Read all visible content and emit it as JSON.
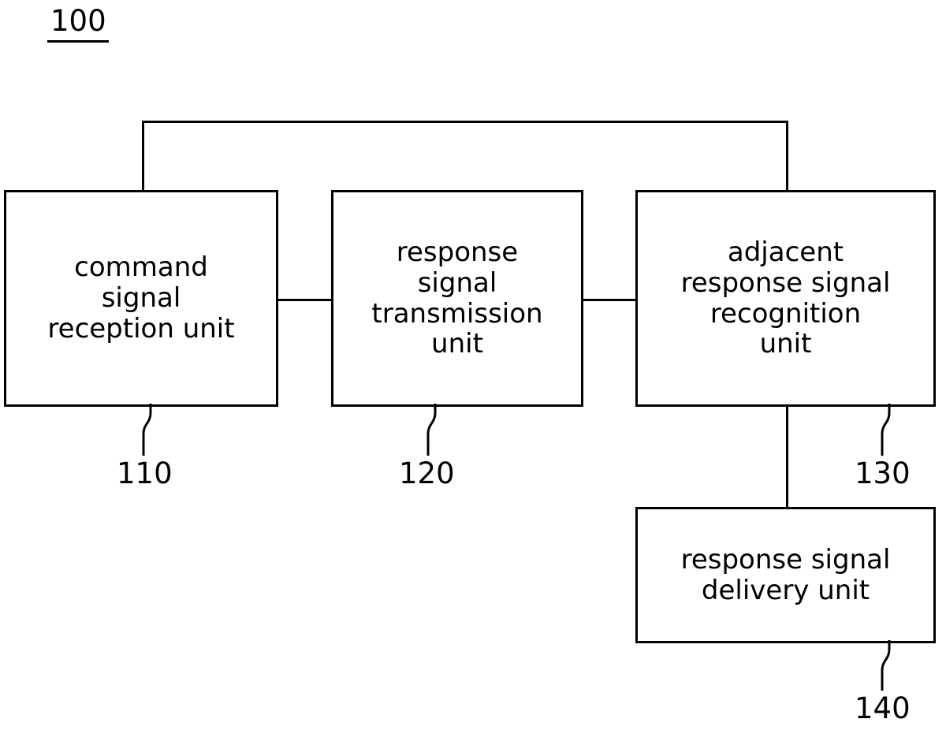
{
  "figure": {
    "number": "100",
    "underline": true
  },
  "blocks": [
    {
      "id": "command-signal-reception-unit",
      "label": "command\nsignal\nreception unit",
      "ref": "110"
    },
    {
      "id": "response-signal-transmission-unit",
      "label": "response\nsignal\ntransmission\nunit",
      "ref": "120"
    },
    {
      "id": "adjacent-response-signal-recognition-unit",
      "label": "adjacent\nresponse signal\nrecognition\nunit",
      "ref": "130"
    },
    {
      "id": "response-signal-delivery-unit",
      "label": "response signal\ndelivery unit",
      "ref": "140"
    }
  ],
  "refs": {
    "block1": "110",
    "block2": "120",
    "block3": "130",
    "block4": "140"
  },
  "colors": {
    "stroke": "#000000",
    "background": "#ffffff"
  }
}
